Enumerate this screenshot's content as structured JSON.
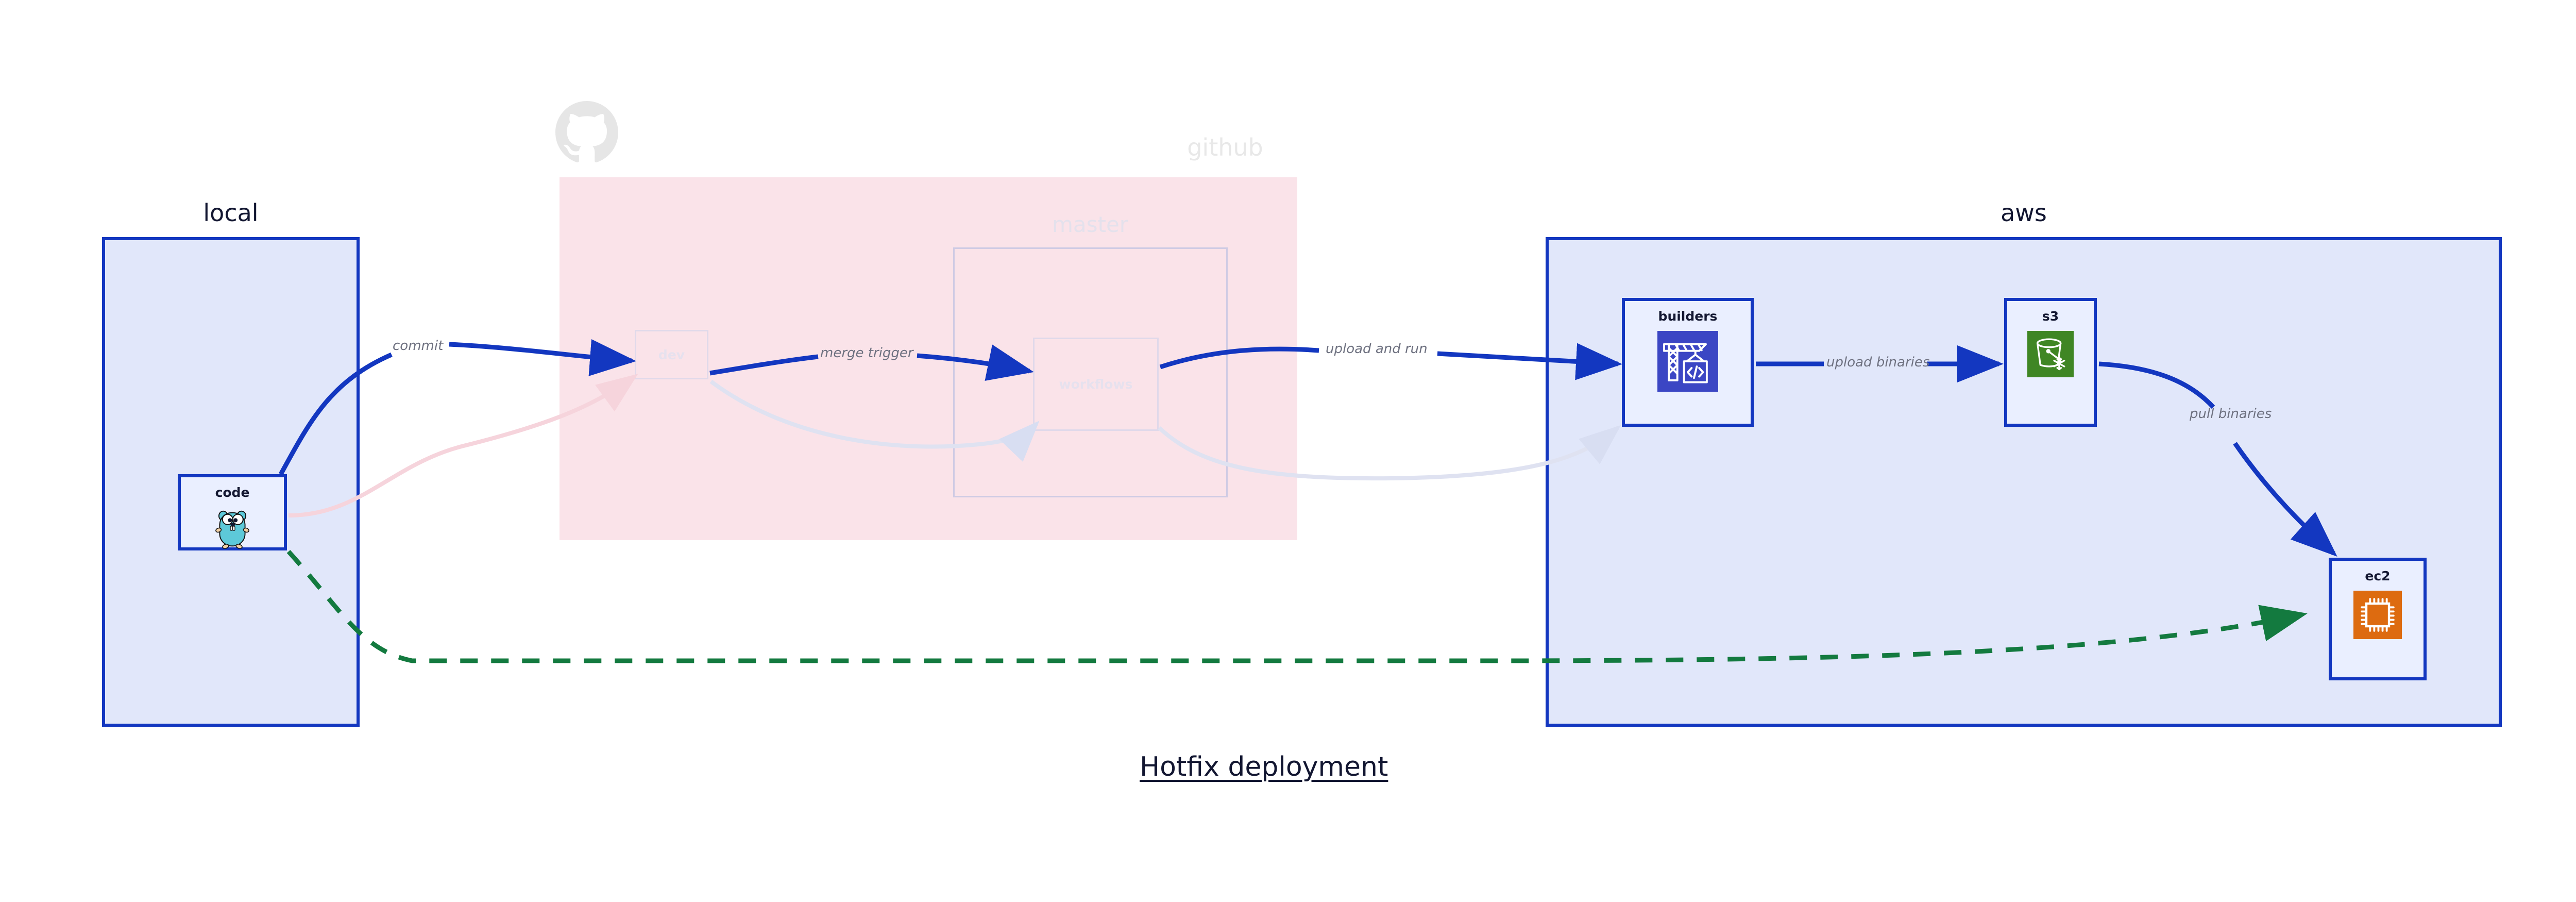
{
  "diagram": {
    "title": "Hotfix deployment"
  },
  "groups": {
    "local": {
      "label": "local"
    },
    "github": {
      "label": "github",
      "logo_icon": "github-octocat-icon"
    },
    "aws": {
      "label": "aws"
    }
  },
  "subgroups": {
    "master": {
      "label": "master"
    }
  },
  "nodes": {
    "code": {
      "label": "code",
      "icon": "go-gopher-icon"
    },
    "dev": {
      "label": "dev",
      "icon": "none"
    },
    "workflows": {
      "label": "workflows",
      "icon": "none"
    },
    "builders": {
      "label": "builders",
      "icon": "crane-code-icon"
    },
    "s3": {
      "label": "s3",
      "icon": "s3-bucket-icon"
    },
    "ec2": {
      "label": "ec2",
      "icon": "cpu-chip-icon"
    }
  },
  "edges": [
    {
      "id": "commit",
      "label": "commit",
      "from": "code",
      "to": "dev",
      "style": "solid-blue"
    },
    {
      "id": "merge-trigger",
      "label": "merge trigger",
      "from": "dev",
      "to": "workflows",
      "style": "solid-blue"
    },
    {
      "id": "upload-and-run",
      "label": "upload and run",
      "from": "workflows",
      "to": "builders",
      "style": "solid-blue"
    },
    {
      "id": "upload-binaries",
      "label": "upload binaries",
      "from": "builders",
      "to": "s3",
      "style": "solid-blue"
    },
    {
      "id": "pull-binaries",
      "label": "pull binaries",
      "from": "s3",
      "to": "ec2",
      "style": "solid-blue"
    },
    {
      "id": "hotfix-direct",
      "label": "",
      "from": "code",
      "to": "ec2",
      "style": "dashed-green"
    },
    {
      "id": "faded-code-dev",
      "label": "",
      "from": "code",
      "to": "dev",
      "style": "faded-pink"
    },
    {
      "id": "faded-dev-wf",
      "label": "",
      "from": "dev",
      "to": "workflows",
      "style": "faded-lavender"
    },
    {
      "id": "faded-wf-build",
      "label": "",
      "from": "workflows",
      "to": "builders",
      "style": "faded-lavender"
    }
  ],
  "colors": {
    "border_blue": "#1337c0",
    "group_fill_blue": "#e1e7fa",
    "node_fill_blue": "#eaefff",
    "github_fill_pink": "#fae3e9",
    "arrow_blue": "#1337c0",
    "arrow_green": "#137a3f",
    "label_gray": "#6e7180",
    "title_dark": "#121631",
    "s3_green": "#3f8624",
    "ec2_orange": "#dd6b10",
    "builders_indigo": "#3b46c4",
    "gopher_cyan": "#5dc9d9"
  }
}
